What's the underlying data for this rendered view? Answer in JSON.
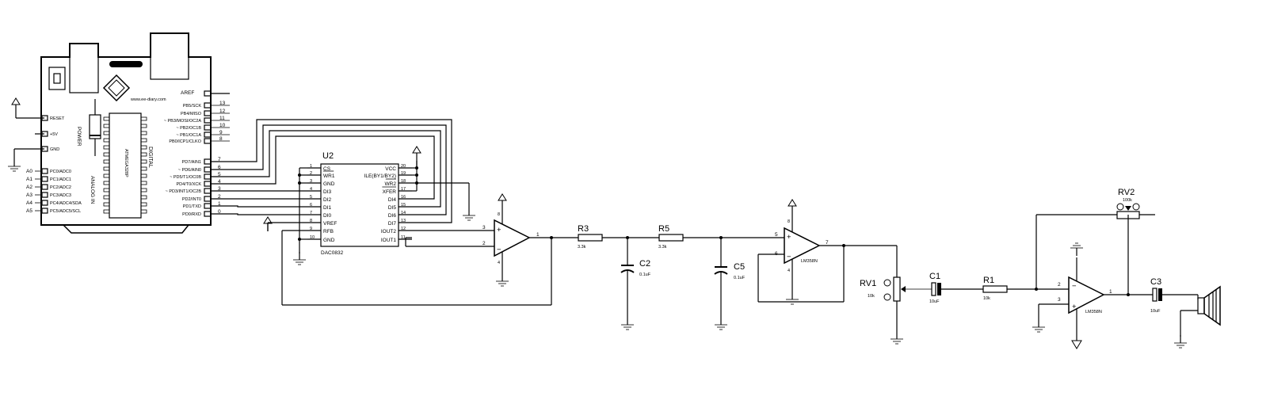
{
  "arduino": {
    "site": "www.ee-diary.com",
    "left_pins": [
      "RESET",
      "+5V",
      "GND"
    ],
    "left_analog_labels": [
      "A0",
      "A1",
      "A2",
      "A3",
      "A4",
      "A5"
    ],
    "left_analog_pins": [
      "PC0/ADC0",
      "PC1/ADC1",
      "PC2/ADC2",
      "PC3/ADC3",
      "PC4/ADC4/SDA",
      "PC5/ADC5/SCL"
    ],
    "power_label": "POWER",
    "analog_label": "ANALOG IN",
    "chip_label": "ATMEGA328P",
    "digital_label": "DIGITAL",
    "aref": "AREF",
    "right_top_pins": [
      "PB5/SCK",
      "PB4/MISO",
      "~ PB3/MOSI/OC2A",
      "~ PB2/OC1B",
      "~ PB1/OC1A",
      "PB0/ICP1/CLKO"
    ],
    "right_top_nums": [
      "13",
      "12",
      "11",
      "10",
      "9",
      "8"
    ],
    "right_bottom_pins": [
      "PD7/AIN1",
      "~ PD6/AIN0",
      "~ PD5/T1/OC0B",
      "PD4/T0/XCK",
      "~ PD3/INT1/OC2B",
      "PD2/INT0",
      "PD1/TXD",
      "PD0/RXD"
    ],
    "right_bottom_nums": [
      "7",
      "6",
      "5",
      "4",
      "3",
      "2",
      "1",
      "0"
    ]
  },
  "dac": {
    "ref": "U2",
    "part": "DAC0832",
    "left_nums": [
      "1",
      "2",
      "3",
      "4",
      "5",
      "6",
      "7",
      "8",
      "9",
      "10"
    ],
    "left_names": [
      "CS",
      "WR1",
      "GND",
      "DI3",
      "DI2",
      "DI1",
      "DI0",
      "VREF",
      "RFB",
      "GND"
    ],
    "right_nums": [
      "20",
      "19",
      "18",
      "17",
      "16",
      "15",
      "14",
      "13",
      "12",
      "11"
    ],
    "right_names": [
      "VCC",
      "ILE(BY1/BY2)",
      "WR2",
      "XFER",
      "DI4",
      "DI5",
      "DI6",
      "DI7",
      "IOUT2",
      "IOUT1"
    ]
  },
  "opamp1": {
    "pin_plus": "3",
    "pin_minus": "2",
    "pin_out": "1",
    "pin_vp": "8",
    "pin_vn": "4"
  },
  "filter": {
    "r3": {
      "ref": "R3",
      "value": "3.3k"
    },
    "r5": {
      "ref": "R5",
      "value": "3.3k"
    },
    "c2": {
      "ref": "C2",
      "value": "0.1uF"
    },
    "c5": {
      "ref": "C5",
      "value": "0.1uF"
    }
  },
  "opamp2": {
    "part": "LM358N",
    "pin_plus": "5",
    "pin_minus": "6",
    "pin_out": "7",
    "pin_vp": "8",
    "pin_vn": "4"
  },
  "rv1": {
    "ref": "RV1",
    "value": "10k"
  },
  "c1": {
    "ref": "C1",
    "value": "10uF"
  },
  "r1": {
    "ref": "R1",
    "value": "10k"
  },
  "rv2": {
    "ref": "RV2",
    "value": "100k"
  },
  "opamp3": {
    "part": "LM358N",
    "pin_minus": "2",
    "pin_plus": "3",
    "pin_out": "1"
  },
  "c3": {
    "ref": "C3",
    "value": "10uF"
  },
  "symbols": {
    "ground": "ground-icon",
    "power": "power-triangle-icon",
    "speaker": "speaker-icon",
    "pot_terminal": "terminal-circle-icon"
  }
}
